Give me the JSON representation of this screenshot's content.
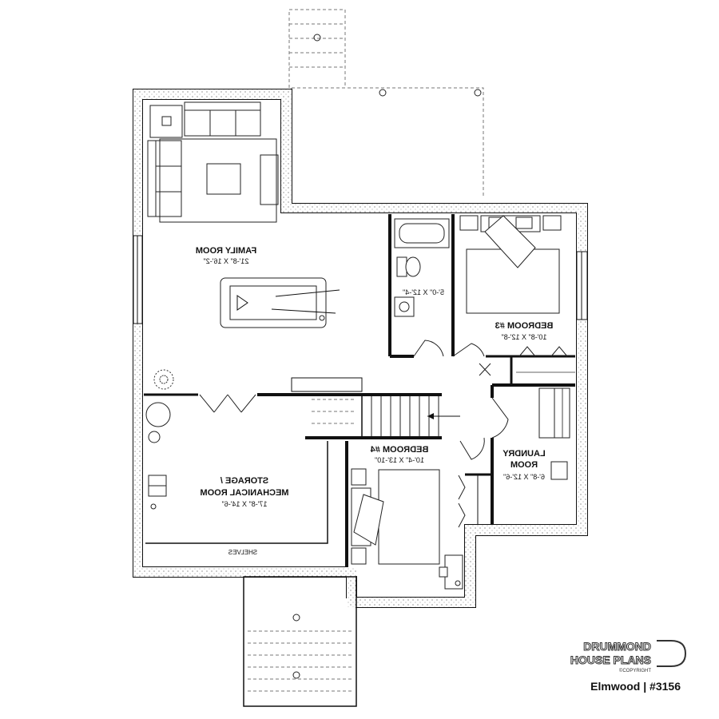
{
  "rooms": {
    "family": {
      "name": "FAMILY ROOM",
      "dims": "21'-8\" X 16'-2\""
    },
    "bath": {
      "name": "",
      "dims": "5'-0\" X 12'-4\""
    },
    "bed3": {
      "name": "BEDROOM #3",
      "dims": "10'-8\" X 12'-8\""
    },
    "bed4": {
      "name": "BEDROOM #4",
      "dims": "10'-4\" X 13'-10\""
    },
    "laundry": {
      "name_line1": "LAUNDRY",
      "name_line2": "ROOM",
      "dims": "6'-8\" X 12'-6\""
    },
    "storage": {
      "name_line1": "STORAGE /",
      "name_line2": "MECHANICAL ROOM",
      "dims": "17'-8\" X 14'-6\""
    }
  },
  "labels": {
    "shelves": "SHELVES"
  },
  "branding": {
    "line1": "DRUMMOND",
    "line2": "HOUSE PLANS",
    "copyright": "©COPYRIGHT",
    "plan_id": "Elmwood | #3156"
  },
  "colors": {
    "wall": "#111111",
    "background": "#ffffff"
  }
}
